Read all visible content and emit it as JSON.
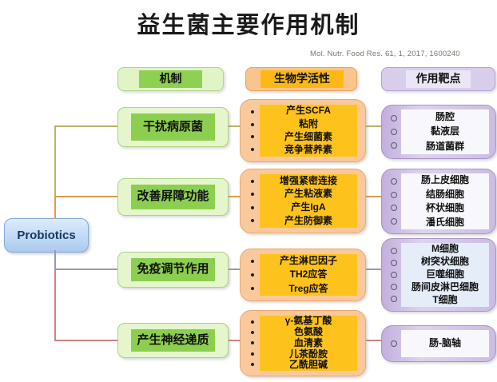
{
  "title": "益生菌主要作用机制",
  "citation": "Mol. Nutr. Food Res. 61, 1, 2017, 1600240",
  "root_label": "Probiotics",
  "headers": {
    "mechanism": "机制",
    "activity": "生物学活性",
    "target": "作用靶点"
  },
  "rows": [
    {
      "mechanism": "干扰病原菌",
      "activities": [
        "产生SCFA",
        "粘附",
        "产生细菌素",
        "竞争营养素"
      ],
      "targets": [
        "肠腔",
        "黏液层",
        "肠道菌群"
      ]
    },
    {
      "mechanism": "改善屏障功能",
      "activities": [
        "增强紧密连接",
        "产生粘液素",
        "产生IgA",
        "产生防御素"
      ],
      "targets": [
        "肠上皮细胞",
        "结肠细胞",
        "杯状细胞",
        "潘氏细胞"
      ]
    },
    {
      "mechanism": "免疫调节作用",
      "activities": [
        "产生淋巴因子",
        "TH2应答",
        "Treg应答"
      ],
      "targets": [
        "M细胞",
        "树突状细胞",
        "巨噬细胞",
        "肠间皮淋巴细胞",
        "T细胞"
      ]
    },
    {
      "mechanism": "产生神经递质",
      "activities": [
        "γ-氨基丁酸",
        "色氨酸",
        "血清素",
        "儿茶酚胺",
        "乙酰胆碱"
      ],
      "targets": [
        "肠-脑轴"
      ]
    }
  ],
  "colors": {
    "branch_colors": [
      "#b9b269",
      "#e09a50",
      "#9a97b1",
      "#cf8181"
    ],
    "mechanism_fill": "#8cce4f",
    "mechanism_bg": "#e5f6cd",
    "activity_fill": "#fec21d",
    "activity_bg": "#f9c99c",
    "target_bg": "#cbbce4",
    "target_fill": "#f8f7fd",
    "root_bg": "#abcaef",
    "root_text": "#17375e"
  }
}
